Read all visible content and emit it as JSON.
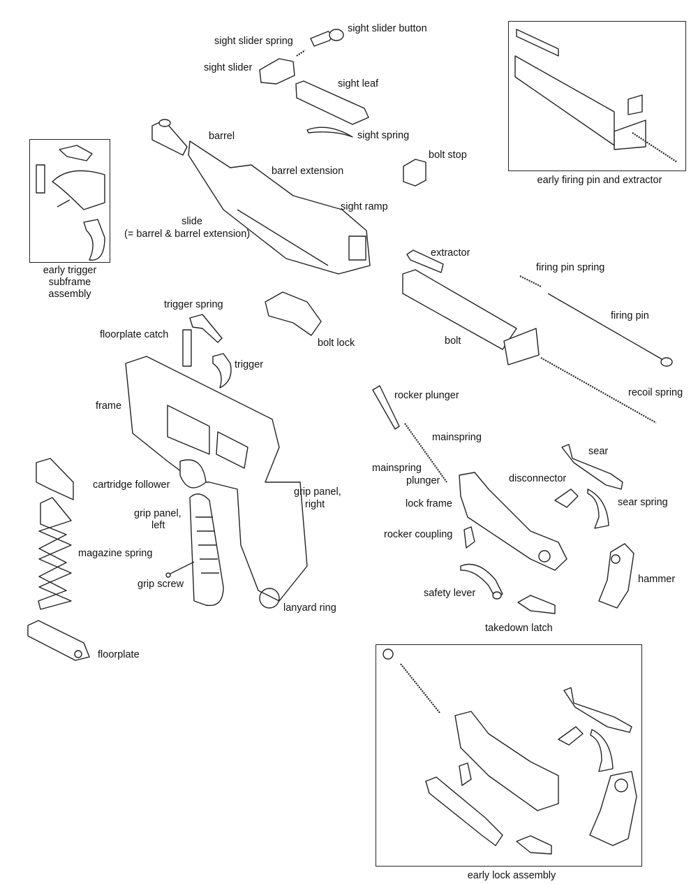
{
  "diagram": {
    "type": "exploded parts diagram",
    "labels": {
      "sight_slider_button": "sight slider button",
      "sight_slider_spring": "sight slider spring",
      "sight_slider": "sight slider",
      "sight_leaf": "sight leaf",
      "sight_spring": "sight spring",
      "barrel": "barrel",
      "bolt_stop": "bolt stop",
      "barrel_extension": "barrel extension",
      "sight_ramp": "sight ramp",
      "slide": "slide",
      "slide_note": "(= barrel & barrel extension)",
      "extractor": "extractor",
      "firing_pin_spring": "firing pin spring",
      "firing_pin": "firing pin",
      "bolt": "bolt",
      "recoil_spring": "recoil spring",
      "trigger_spring": "trigger spring",
      "floorplate_catch": "floorplate catch",
      "bolt_lock": "bolt lock",
      "trigger": "trigger",
      "frame": "frame",
      "rocker_plunger": "rocker plunger",
      "mainspring": "mainspring",
      "mainspring_plunger_1": "mainspring",
      "mainspring_plunger_2": "plunger",
      "sear": "sear",
      "disconnector": "disconnector",
      "lock_frame": "lock frame",
      "sear_spring": "sear spring",
      "rocker_coupling": "rocker coupling",
      "hammer": "hammer",
      "safety_lever": "safety lever",
      "takedown_latch": "takedown latch",
      "cartridge_follower": "cartridge follower",
      "grip_panel_right_1": "grip panel,",
      "grip_panel_right_2": "right",
      "grip_panel_left_1": "grip panel,",
      "grip_panel_left_2": "left",
      "magazine_spring": "magazine spring",
      "grip_screw": "grip screw",
      "lanyard_ring": "lanyard ring",
      "floorplate": "floorplate"
    },
    "insets": {
      "early_trigger_1": "early trigger",
      "early_trigger_2": "subframe",
      "early_trigger_3": "assembly",
      "early_firing_pin": "early firing pin and extractor",
      "early_lock": "early lock assembly"
    }
  }
}
